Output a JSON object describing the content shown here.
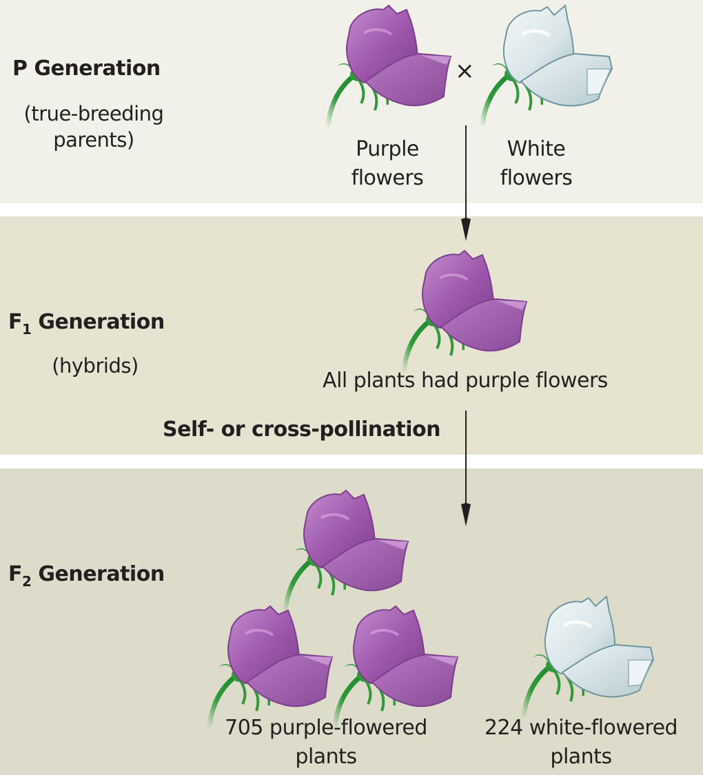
{
  "p_generation": {
    "title": "P Generation",
    "subtitle_line1": "(true-breeding",
    "subtitle_line2": "parents)",
    "cross_symbol": "×",
    "parents": [
      {
        "color": "purple",
        "label_line1": "Purple",
        "label_line2": "flowers"
      },
      {
        "color": "white",
        "label_line1": "White",
        "label_line2": "flowers"
      }
    ]
  },
  "f1_generation": {
    "title_prefix": "F",
    "title_subscript": "1",
    "title_suffix": " Generation",
    "subtitle": "(hybrids)",
    "result": "All plants had purple flowers",
    "flowers": [
      {
        "color": "purple"
      }
    ]
  },
  "transition": {
    "label": "Self- or cross-pollination"
  },
  "f2_generation": {
    "title_prefix": "F",
    "title_subscript": "2",
    "title_suffix": " Generation",
    "flowers": [
      {
        "color": "purple"
      },
      {
        "color": "purple"
      },
      {
        "color": "purple"
      },
      {
        "color": "white"
      }
    ],
    "results": [
      {
        "count": 705,
        "label_line1": "705 purple-flowered",
        "label_line2": "plants"
      },
      {
        "count": 224,
        "label_line1": "224 white-flowered",
        "label_line2": "plants"
      }
    ]
  },
  "colors": {
    "purple_petal": "#a05aae",
    "purple_light": "#c48fcf",
    "purple_dark": "#7e3f8c",
    "white_petal": "#dfe9ec",
    "white_light": "#f4f8f9",
    "white_dark": "#7fa3ad",
    "stem": "#2e9a3a",
    "arrow": "#231f20"
  }
}
